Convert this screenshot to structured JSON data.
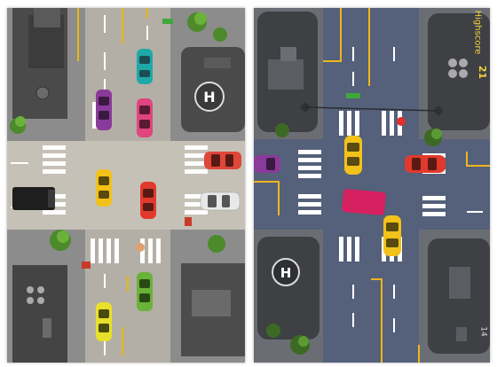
{
  "screens": [
    {
      "name": "day-city-intersection",
      "colors": {
        "road": "#a8a49e",
        "sidewalk": "#8a8a8a",
        "block": "#4a4a4a",
        "line": "#ffffff",
        "yellow_line": "#e8b70e"
      },
      "cars": [
        {
          "name": "car-teal",
          "color": "#1fa8a8"
        },
        {
          "name": "car-purple",
          "color": "#8a3a9a"
        },
        {
          "name": "car-pink",
          "color": "#e0457f"
        },
        {
          "name": "car-yellow",
          "color": "#f2c21a"
        },
        {
          "name": "car-red",
          "color": "#e13a2c"
        },
        {
          "name": "car-red-right",
          "color": "#e0463a"
        },
        {
          "name": "car-white",
          "color": "#e8e8e8"
        },
        {
          "name": "car-black-truck",
          "color": "#1e1e1e"
        },
        {
          "name": "car-green",
          "color": "#6ab23a"
        },
        {
          "name": "car-yellow-bottom",
          "color": "#e8e02a"
        }
      ],
      "helipad_label": "H"
    },
    {
      "name": "night-city-intersection",
      "colors": {
        "road": "#55607a",
        "sidewalk": "#6a6e74",
        "block": "#3a3c40",
        "line": "#ffffff",
        "yellow_line": "#f0b51c"
      },
      "hud": {
        "title": "Highscore",
        "score": "21",
        "count": "14"
      },
      "cars": [
        {
          "name": "car-yellow",
          "color": "#f2c21a"
        },
        {
          "name": "car-red",
          "color": "#e13a2c"
        },
        {
          "name": "car-purple",
          "color": "#8a3a9a"
        },
        {
          "name": "car-magenta-truck",
          "color": "#d62060"
        },
        {
          "name": "car-yellow-bottom",
          "color": "#f2c21a"
        }
      ],
      "helipad_label": "H"
    }
  ]
}
